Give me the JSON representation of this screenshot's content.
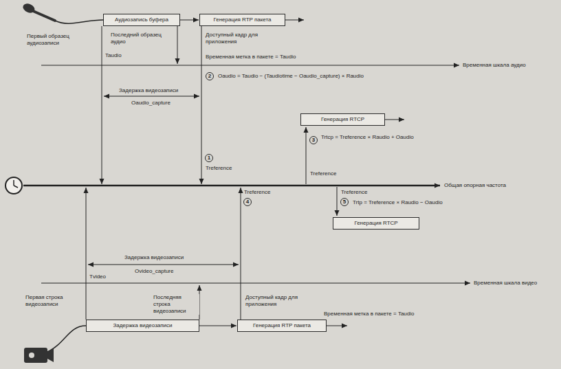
{
  "diagram": {
    "nodes": [
      {
        "text": [
          "Аудиозапись буфера"
        ]
      },
      {
        "text": [
          "Генерация RTP пакета"
        ]
      },
      {
        "text": [
          "2"
        ]
      },
      {
        "text": [
          "Генерация RTCP"
        ]
      },
      {
        "text": [
          "3"
        ]
      },
      {
        "text": [
          "1"
        ]
      },
      {
        "text": [
          "4"
        ]
      },
      {
        "text": [
          "5"
        ]
      },
      {
        "text": [
          "Генерация RTCP"
        ]
      },
      {
        "text": [
          "Задержка видеозаписи"
        ]
      },
      {
        "text": [
          "Генерация RTP пакета"
        ]
      }
    ],
    "edges": [
      {
        "from": 0,
        "to": 1,
        "arrow": "to"
      },
      {
        "from": 9,
        "to": 10,
        "arrow": "to"
      }
    ],
    "labels": [
      "Первый образец аудиозаписи",
      "Последний образец аудио",
      "Taudio",
      "Доступный кадр для приложения",
      "Временная метка в пакете = Taudio",
      "Временная шкала аудио",
      "Задержка видеозаписи",
      "Oaudio_capture",
      "Oaudio = Taudio − (Taudiotime − Oaudio_capture) × Raudio",
      "Treference",
      "Trtcp = Treference × Raudio + Oaudio",
      "Treference",
      "Общая опорная частота",
      "Treference",
      "Treference",
      "Trtp = Treference × Raudio − Oaudio",
      "Задержка видеозаписи",
      "Ovideo_capture",
      "Временная шкала видео",
      "Первая строка видеозаписи",
      "Tvideo",
      "Последняя строка видеозаписи",
      "Доступный кадр для приложения",
      "Временная метка в пакете = Taudio"
    ]
  }
}
